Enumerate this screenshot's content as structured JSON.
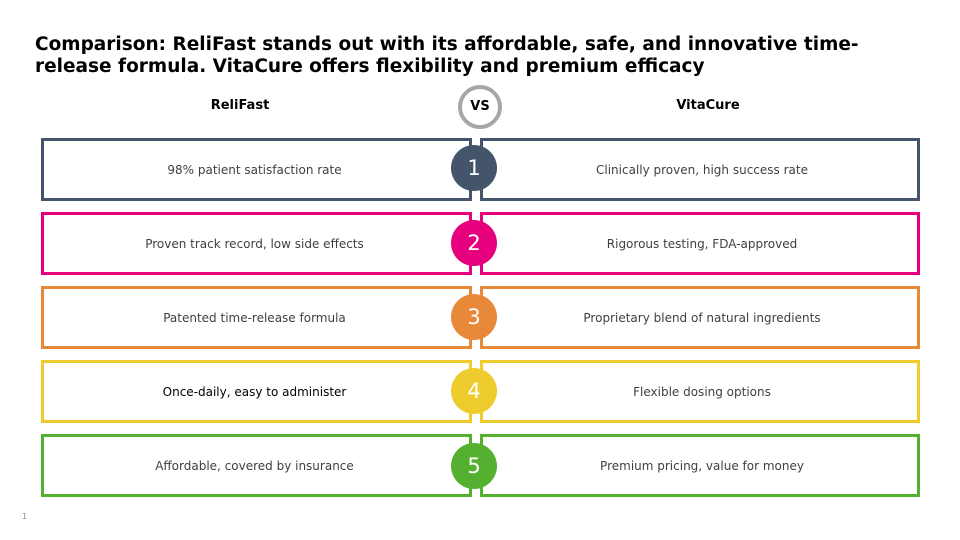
{
  "title": "Comparison: ReliFast stands out with its affordable, safe, and innovative time-release formula. VitaCure offers flexibility and premium efficacy",
  "left_header": "ReliFast",
  "right_header": "VitaCure",
  "vs_label": "VS",
  "slide_number": "1",
  "rows": [
    {
      "number": "1",
      "color": "#44546a",
      "left": "98% patient satisfaction rate",
      "right": "Clinically proven, high success rate"
    },
    {
      "number": "2",
      "color": "#e6007e",
      "left": "Proven track record, low side effects",
      "right": "Rigorous testing, FDA-approved"
    },
    {
      "number": "3",
      "color": "#e8893a",
      "left": "Patented time-release formula",
      "right": "Proprietary blend of natural ingredients"
    },
    {
      "number": "4",
      "color": "#eecc2e",
      "left": "Once-daily, easy to administer",
      "right": "Flexible dosing options"
    },
    {
      "number": "5",
      "color": "#55b030",
      "left": "Affordable, covered by insurance",
      "right": "Premium pricing, value for money"
    }
  ]
}
